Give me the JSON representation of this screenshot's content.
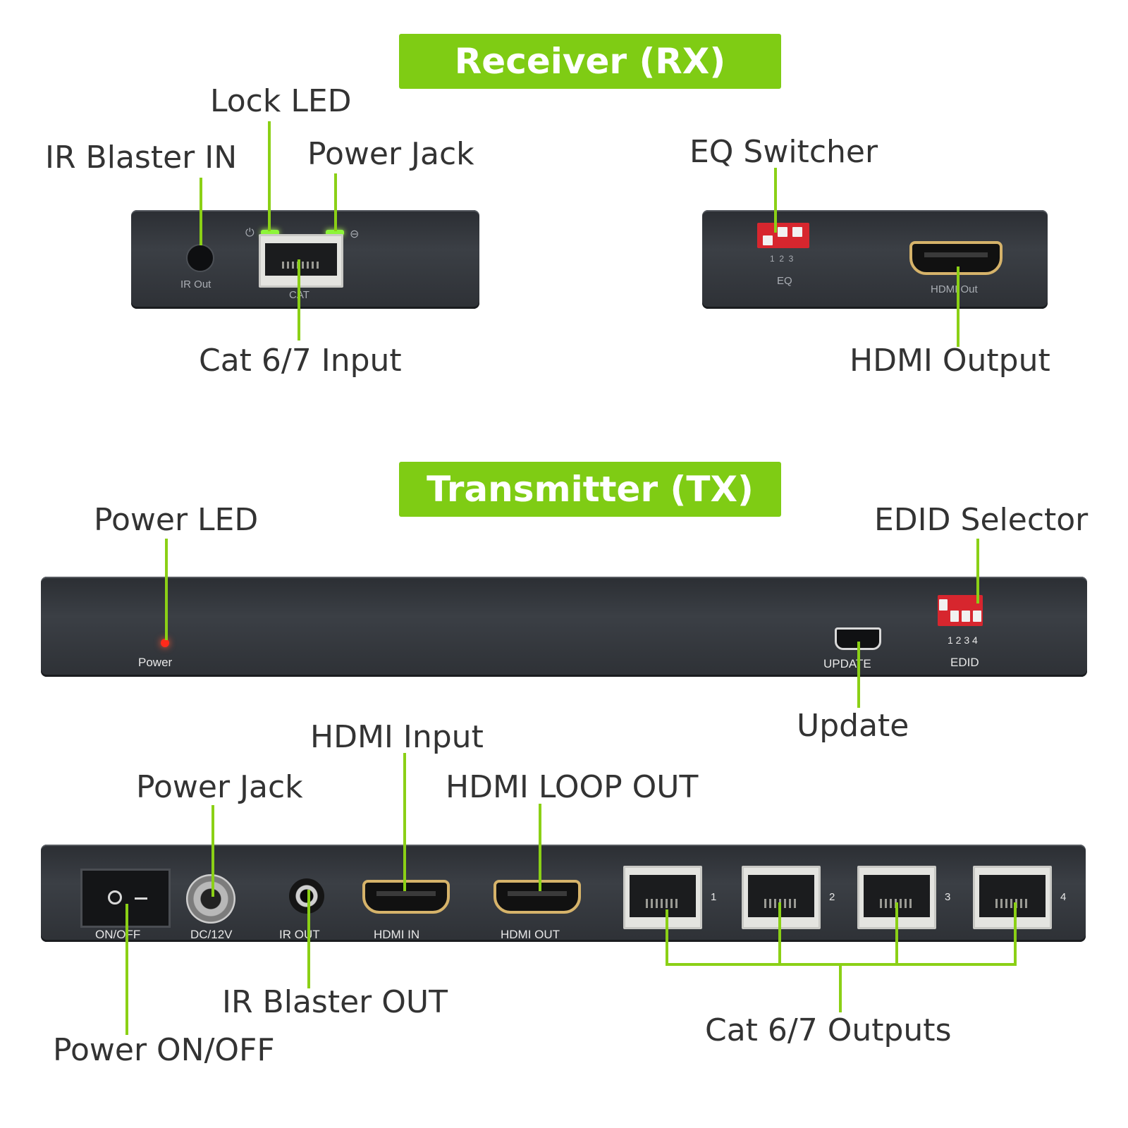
{
  "receiver": {
    "banner": "Receiver (RX)",
    "callouts": {
      "lock_led": "Lock LED",
      "ir_blaster_in": "IR Blaster IN",
      "power_jack": "Power Jack",
      "eq_switcher": "EQ Switcher",
      "cat_input": "Cat 6/7 Input",
      "hdmi_output": "HDMI Output"
    },
    "silkscreen": {
      "ir_out": "IR Out",
      "cat": "CAT",
      "eq_numbers": "1  2  3",
      "eq": "EQ",
      "hdmi_out": "HDMI Out"
    }
  },
  "transmitter": {
    "banner": "Transmitter (TX)",
    "callouts": {
      "power_led": "Power LED",
      "edid_selector": "EDID Selector",
      "update": "Update",
      "hdmi_input": "HDMI Input",
      "power_jack": "Power Jack",
      "hdmi_loop_out": "HDMI LOOP OUT",
      "ir_blaster_out": "IR Blaster OUT",
      "power_on_off": "Power ON/OFF",
      "cat_outputs": "Cat 6/7 Outputs"
    },
    "silkscreen": {
      "power": "Power",
      "update": "UPDATE",
      "edid_numbers": "1 2 3 4",
      "edid": "EDID",
      "on_off": "ON/OFF",
      "dc": "DC/12V",
      "ir_out": "IR OUT",
      "hdmi_in": "HDMI IN",
      "hdmi_out": "HDMI OUT",
      "ports": [
        "1",
        "2",
        "3",
        "4"
      ]
    }
  },
  "colors": {
    "accent_green": "#7fcc14",
    "device_body": "#33363b",
    "lock_led": "#8df53a",
    "power_led": "#ff2a1a",
    "dip_switch": "#d7262e",
    "hdmi_gold": "#d6b36a"
  }
}
